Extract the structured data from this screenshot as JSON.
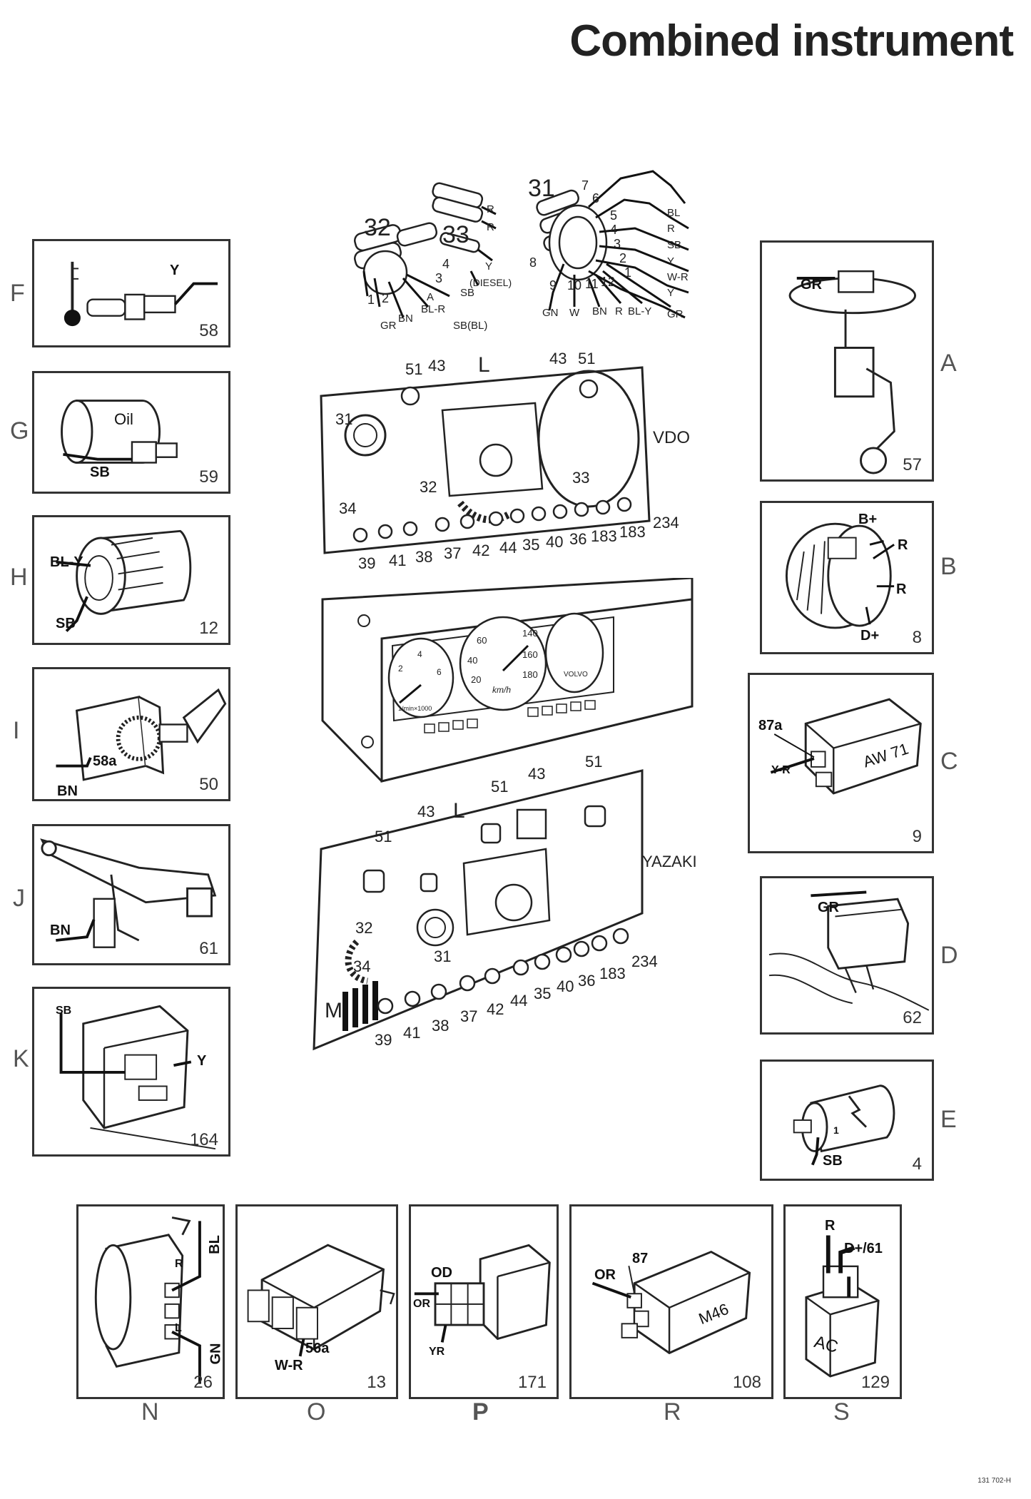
{
  "title": "Combined instrument",
  "doc_code": "131 702-H",
  "left_panels": [
    {
      "letter": "F",
      "number": "58",
      "wires": [
        "Y"
      ]
    },
    {
      "letter": "G",
      "number": "59",
      "wires": [
        "Oil",
        "SB"
      ]
    },
    {
      "letter": "H",
      "number": "12",
      "wires": [
        "BL-Y",
        "SB"
      ]
    },
    {
      "letter": "I",
      "number": "50",
      "wires": [
        "58a",
        "BN"
      ]
    },
    {
      "letter": "J",
      "number": "61",
      "wires": [
        "BN"
      ]
    },
    {
      "letter": "K",
      "number": "164",
      "wires": [
        "SB",
        "Y"
      ]
    }
  ],
  "right_panels": [
    {
      "letter": "A",
      "number": "57",
      "wires": [
        "GR"
      ]
    },
    {
      "letter": "B",
      "number": "8",
      "wires": [
        "B+",
        "R",
        "R",
        "D+"
      ]
    },
    {
      "letter": "C",
      "number": "9",
      "wires": [
        "87a",
        "Y-R",
        "AW 71"
      ]
    },
    {
      "letter": "D",
      "number": "62",
      "wires": [
        "GR"
      ]
    },
    {
      "letter": "E",
      "number": "4",
      "wires": [
        "1",
        "SB"
      ]
    }
  ],
  "bottom_panels": [
    {
      "letter": "N",
      "number": "26",
      "wires": [
        "BL",
        "R",
        "L",
        "GN"
      ]
    },
    {
      "letter": "O",
      "number": "13",
      "wires": [
        "56a",
        "W-R"
      ]
    },
    {
      "letter": "P",
      "number": "171",
      "wires": [
        "OD",
        "OR",
        "YR"
      ]
    },
    {
      "letter": "R",
      "number": "108",
      "wires": [
        "87",
        "OR",
        "M46"
      ]
    },
    {
      "letter": "S",
      "number": "129",
      "wires": [
        "R",
        "D+/61",
        "AC"
      ]
    }
  ],
  "connectors": {
    "c31": {
      "id": "31",
      "pins": [
        "1",
        "2",
        "3",
        "4",
        "5",
        "6",
        "7",
        "8",
        "9",
        "10",
        "11",
        "12"
      ],
      "wires": [
        "BL",
        "R",
        "SB",
        "Y",
        "W-R",
        "Y",
        "GN",
        "W",
        "BN",
        "R",
        "BL-Y",
        "GR"
      ]
    },
    "c32": {
      "id": "32",
      "pins": [
        "1",
        "2",
        "3",
        "4"
      ],
      "wires": [
        "GR",
        "BN",
        "BL-R",
        "A",
        "SB(BL)",
        "SB"
      ]
    },
    "c33": {
      "id": "33",
      "wires": [
        "R",
        "R",
        "Y",
        "(DIESEL)"
      ]
    }
  },
  "vdo": {
    "brand": "VDO",
    "section": "L",
    "callouts_top": [
      "51",
      "43",
      "43",
      "51",
      "31",
      "32",
      "33",
      "34"
    ],
    "callouts_bottom": [
      "39",
      "41",
      "38",
      "37",
      "42",
      "44",
      "35",
      "40",
      "36",
      "183",
      "183",
      "234"
    ]
  },
  "cluster": {
    "gauges": [
      "2",
      "4",
      "6",
      "1/min×1000",
      "20",
      "40",
      "60",
      "140",
      "160",
      "180",
      "km/h",
      "VOLVO"
    ]
  },
  "yazaki": {
    "brand": "YAZAKI",
    "section": "L",
    "section_m": "M",
    "callouts_top": [
      "51",
      "43",
      "51",
      "43",
      "51",
      "32",
      "31",
      "34"
    ],
    "callouts_bottom": [
      "39",
      "41",
      "38",
      "37",
      "42",
      "44",
      "35",
      "40",
      "36",
      "183",
      "234"
    ]
  }
}
